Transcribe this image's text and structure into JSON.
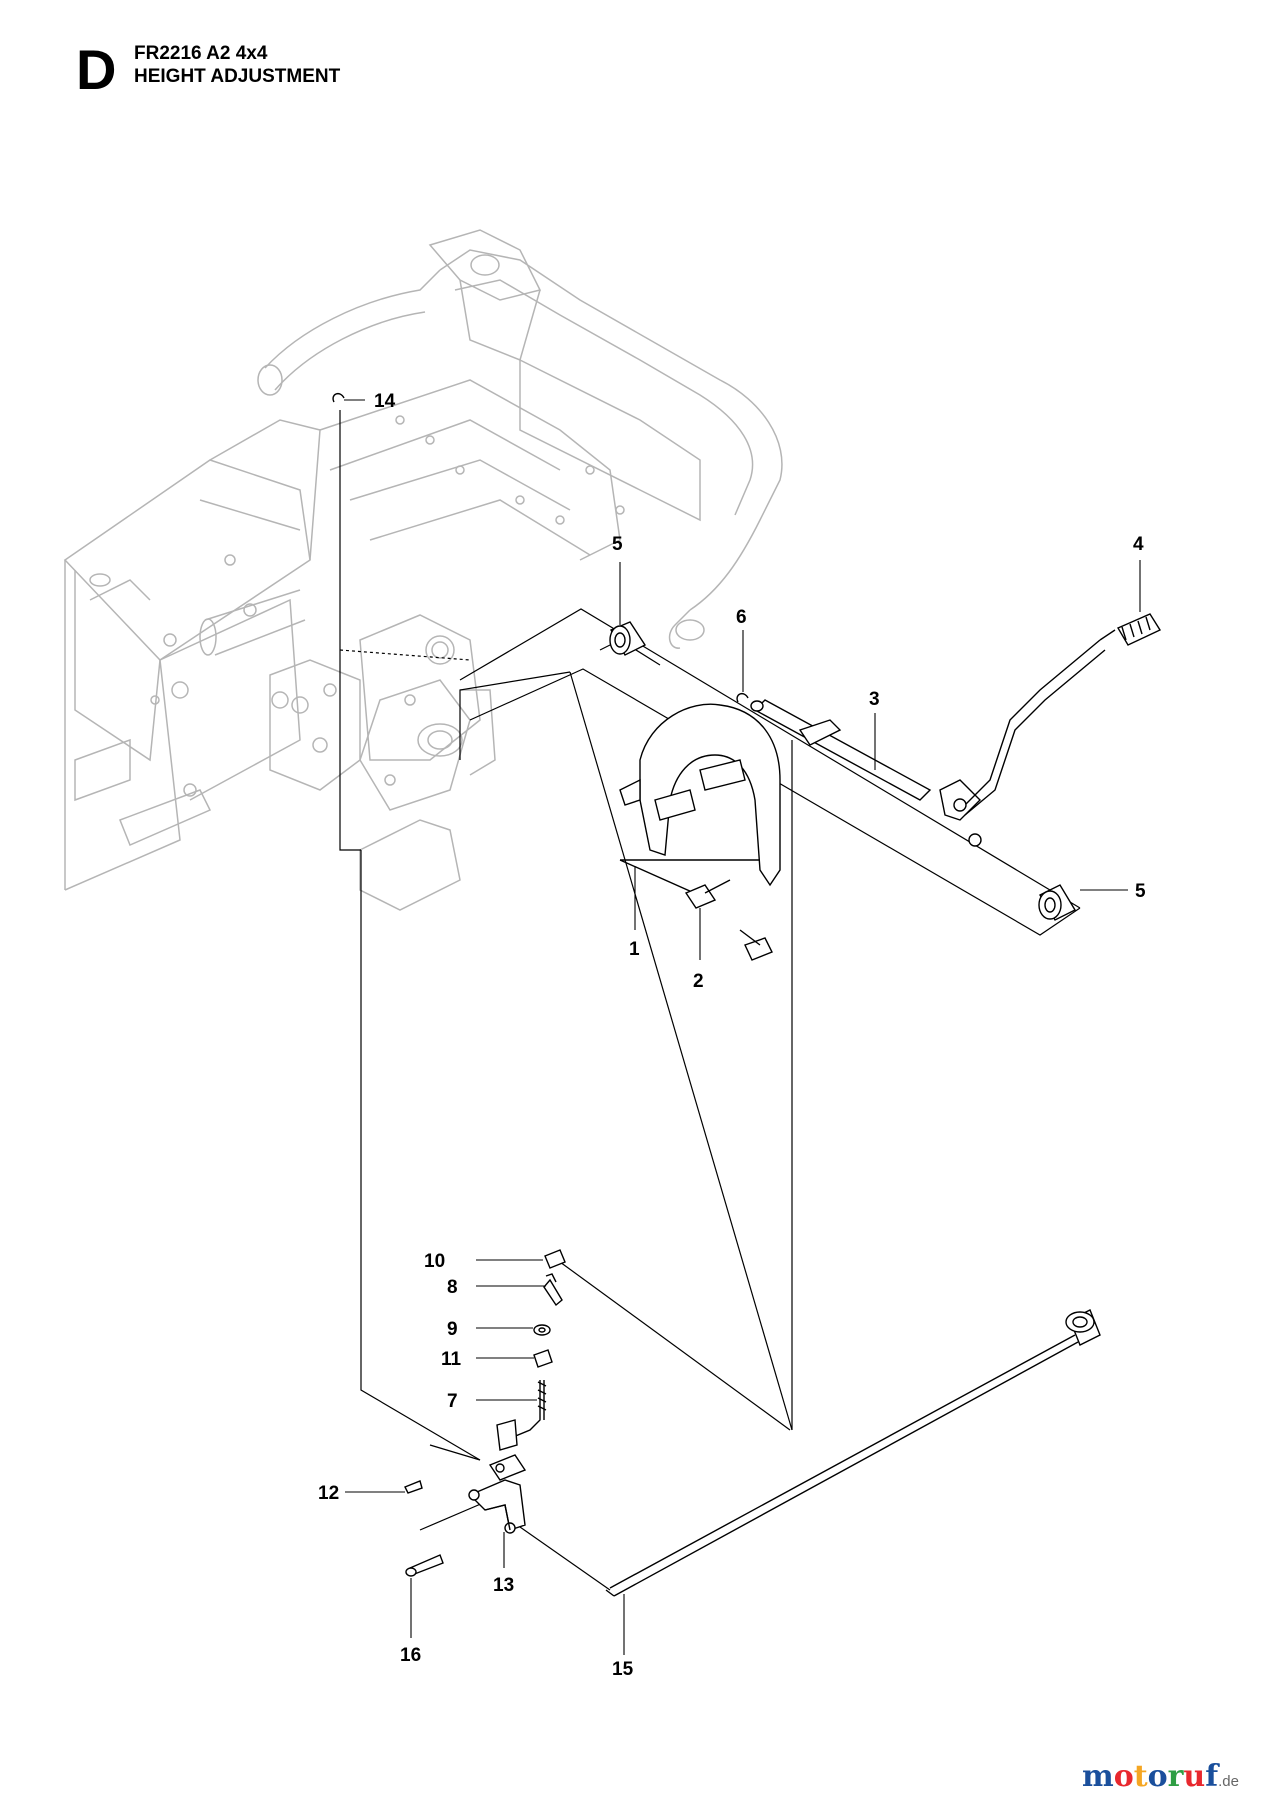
{
  "header": {
    "section_letter": "D",
    "model": "FR2216 A2 4x4",
    "subtitle": "HEIGHT ADJUSTMENT"
  },
  "callouts": [
    {
      "id": "c14",
      "label": "14"
    },
    {
      "id": "c5a",
      "label": "5"
    },
    {
      "id": "c4",
      "label": "4"
    },
    {
      "id": "c6",
      "label": "6"
    },
    {
      "id": "c3",
      "label": "3"
    },
    {
      "id": "c5b",
      "label": "5"
    },
    {
      "id": "c1",
      "label": "1"
    },
    {
      "id": "c2",
      "label": "2"
    },
    {
      "id": "c10",
      "label": "10"
    },
    {
      "id": "c8",
      "label": "8"
    },
    {
      "id": "c9",
      "label": "9"
    },
    {
      "id": "c11",
      "label": "11"
    },
    {
      "id": "c7",
      "label": "7"
    },
    {
      "id": "c12",
      "label": "12"
    },
    {
      "id": "c13",
      "label": "13"
    },
    {
      "id": "c16",
      "label": "16"
    },
    {
      "id": "c15",
      "label": "15"
    }
  ],
  "watermark": {
    "letters": [
      "m",
      "o",
      "t",
      "o",
      "r",
      "u",
      "f"
    ],
    "colors": [
      "#1a4f9c",
      "#e8282e",
      "#f5a623",
      "#1a4f9c",
      "#2e9e44",
      "#e8282e",
      "#1a4f9c"
    ],
    "suffix": ".de"
  }
}
